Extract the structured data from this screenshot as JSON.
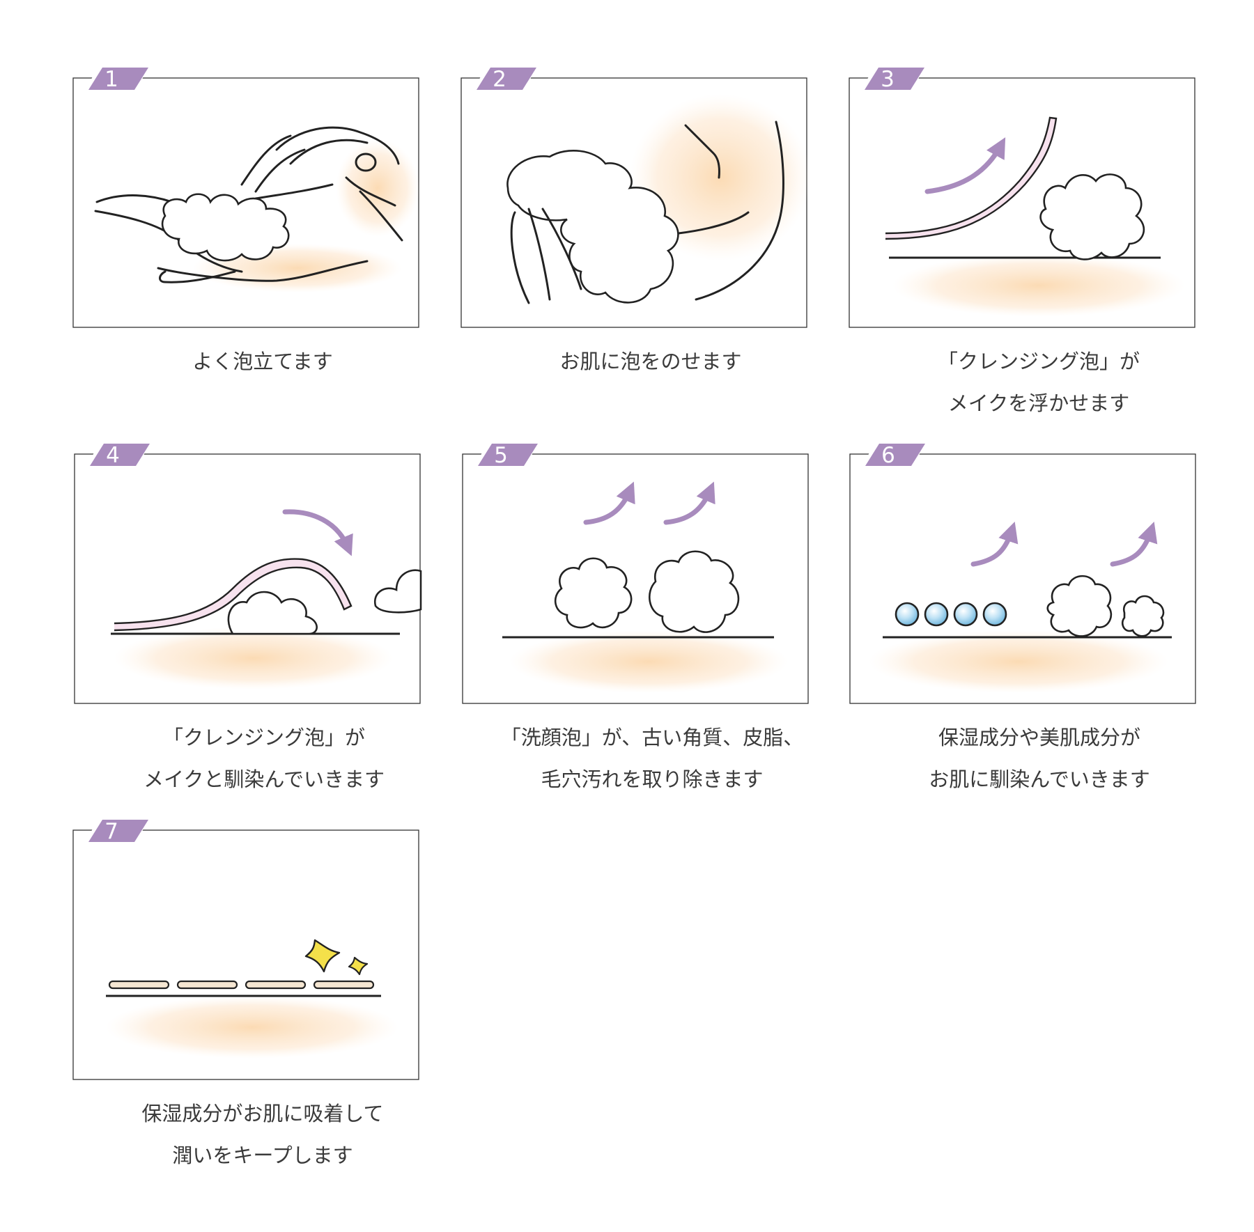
{
  "colors": {
    "accent": "#a88bbd",
    "frame": "#333333",
    "skin_glow": "#fbdcb8",
    "film": "#f7e2ee",
    "sparkle": "#f4e04a",
    "droplet": "#a9d6f0"
  },
  "steps": [
    {
      "number": "1",
      "illustration": "hands-lathering-foam",
      "lines": [
        "よく泡立てます"
      ]
    },
    {
      "number": "2",
      "illustration": "foam-applied-to-face",
      "lines": [
        "お肌に泡をのせます"
      ]
    },
    {
      "number": "3",
      "illustration": "cleansing-foam-lifts-makeup",
      "lines": [
        "「クレンジング泡」が",
        "メイクを浮かせます"
      ]
    },
    {
      "number": "4",
      "illustration": "cleansing-foam-blends-makeup",
      "lines": [
        "「クレンジング泡」が",
        "メイクと馴染んでいきます"
      ]
    },
    {
      "number": "5",
      "illustration": "face-wash-foam-removes-dirt",
      "lines": [
        "「洗顔泡」が、古い角質、皮脂、",
        "毛穴汚れを取り除きます"
      ]
    },
    {
      "number": "6",
      "illustration": "moisturizing-ingredients-absorb",
      "lines": [
        "保湿成分や美肌成分が",
        "お肌に馴染んでいきます"
      ]
    },
    {
      "number": "7",
      "illustration": "moisture-kept-on-skin",
      "lines": [
        "保湿成分がお肌に吸着して",
        "潤いをキープします"
      ]
    }
  ]
}
